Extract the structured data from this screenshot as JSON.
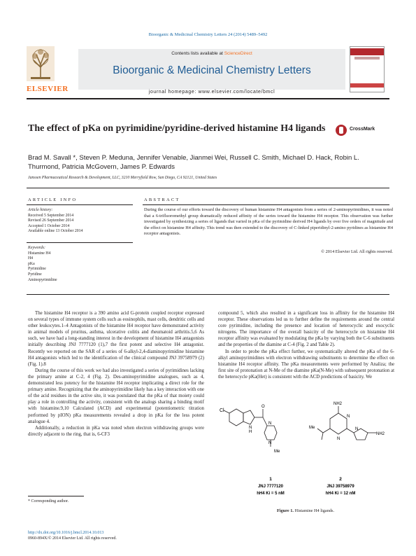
{
  "header": {
    "journal_ref": "Bioorganic & Medicinal Chemistry Letters 24 (2014) 5489–5492",
    "contents_prefix": "Contents lists available at ",
    "contents_link": "ScienceDirect",
    "journal_title": "Bioorganic & Medicinal Chemistry Letters",
    "homepage_prefix": "journal homepage: ",
    "homepage_url": "www.elsevier.com/locate/bmcl",
    "publisher": "ELSEVIER",
    "crossmark": "CrossMark"
  },
  "article": {
    "title": "The effect of pKa on pyrimidine/pyridine-derived histamine H4 ligands",
    "authors": "Brad M. Savall *, Steven P. Meduna, Jennifer Venable, Jianmei Wei, Russell C. Smith, Michael D. Hack, Robin L. Thurmond, Patricia McGovern, James P. Edwards",
    "affiliation": "Janssen Pharmaceutical Research & Development, LLC, 3210 Merryfield Row, San Diego, CA 92121, United States"
  },
  "article_info": {
    "heading": "Article info",
    "history_label": "Article history:",
    "history": [
      "Received 5 September 2014",
      "Revised 26 September 2014",
      "Accepted 1 October 2014",
      "Available online 13 October 2014"
    ],
    "keywords_label": "Keywords:",
    "keywords": [
      "Histamine H4",
      "H4",
      "pKa",
      "Pyrimidine",
      "Pyridine",
      "Aminopyrimidine"
    ]
  },
  "abstract": {
    "heading": "Abstract",
    "text": "During the course of our efforts toward the discovery of human histamine H4 antagonists from a series of 2-aminopyrimidines, it was noted that a 6-trifluoromethyl group dramatically reduced affinity of the series toward the histamine H4 receptor. This observation was further investigated by synthesizing a series of ligands that varied in pKa of the pyrimidine derived H4 ligands by over five orders of magnitude and the effect on histamine H4 affinity. This trend was then extended to the discovery of C-linked piperidinyl-2-amino pyridines as histamine H4 receptor antagonists.",
    "copyright": "© 2014 Elsevier Ltd. All rights reserved."
  },
  "body": {
    "left": [
      "The histamine H4 receptor is a 390 amino acid G-protein coupled receptor expressed on several types of immune system cells such as eosinophils, mast cells, dendritic cells and other leukocytes.1–4 Antagonists of the histamine H4 receptor have demonstrated activity in animal models of pruritus, asthma, ulcerative colitis and rheumatoid arthritis.5,6 As such, we have had a long-standing interest in the development of histamine H4 antagonists initially describing JNJ 7777120 (1),7 the first potent and selective H4 antagonist. Recently we reported on the SAR of a series of 6-alkyl-2,4-diaminopyrimidine histamine H4 antagonists which led to the identification of the clinical compound JNJ 39758979 (2) (Fig. 1).8",
      "During the course of this work we had also investigated a series of pyrimidines lacking the primary amine at C-2, 4 (Fig. 2). Des-aminopyrimidine analogues, such as 4, demonstrated less potency for the histamine H4 receptor implicating a direct role for the primary amine. Recognizing that the aminopyrimidine likely has a key interaction with one of the acid residues in the active site, it was postulated that the pKa of that moiety could play a role in controlling the activity, consistent with the analogs sharing a binding motif with histamine.9,10 Calculated (ACD) and experimental (potentiometric titration performed by pION) pKa measurements revealed a drop in pKa for the less potent analogue 4.",
      "Additionally, a reduction in pKa was noted when electron withdrawing groups were directly adjacent to the ring, that is, 6-CF3"
    ],
    "right": [
      "compound 5, which also resulted in a significant loss in affinity for the histamine H4 receptor. These observations led us to further define the requirements around the central core pyrimidine, including the presence and location of heterocyclic and exocyclic nitrogens. The importance of the overall basicity of the heterocycle on histamine H4 receptor affinity was evaluated by modulating the pKa by varying both the C-6 substituents and the properties of the diamine at C-4 (Fig. 2 and Table 2).",
      "In order to probe the pKa effect further, we systematically altered the pKa of the 6-alkyl aminopyrimidines with electron withdrawing substituents to determine the effect on histamine H4 receptor affinity. The pKa measurements were performed by Analiza; the first site of protonation at N-Me of the diamine pKa(N-Me) with subsequent protonation at the heterocycle pKa(Het) is consistent with the ACD predictions of basicity. We"
    ]
  },
  "figure": {
    "caption_label": "Figure 1.",
    "caption_text": "Histamine H4 ligands.",
    "compounds": [
      {
        "number": "1",
        "name": "JNJ 7777120",
        "ki": "hH4 Ki = 5 nM",
        "atoms": [
          "Cl",
          "N",
          "H",
          "O",
          "N",
          "N",
          "Me"
        ]
      },
      {
        "number": "2",
        "name": "JNJ 39758979",
        "ki": "hH4 Ki = 12 nM",
        "atoms": [
          "NH2",
          "N",
          "N",
          "Me",
          "N",
          "NH2"
        ]
      }
    ]
  },
  "footer": {
    "corresponding": "* Corresponding author.",
    "doi": "http://dx.doi.org/10.1016/j.bmcl.2014.10.013",
    "issn": "0960-894X/© 2014 Elsevier Ltd. All rights reserved."
  },
  "colors": {
    "journal_blue": "#1f5c94",
    "link_blue": "#1a6aa6",
    "elsevier_orange": "#f36f21",
    "crossmark_red": "#b3282d"
  }
}
